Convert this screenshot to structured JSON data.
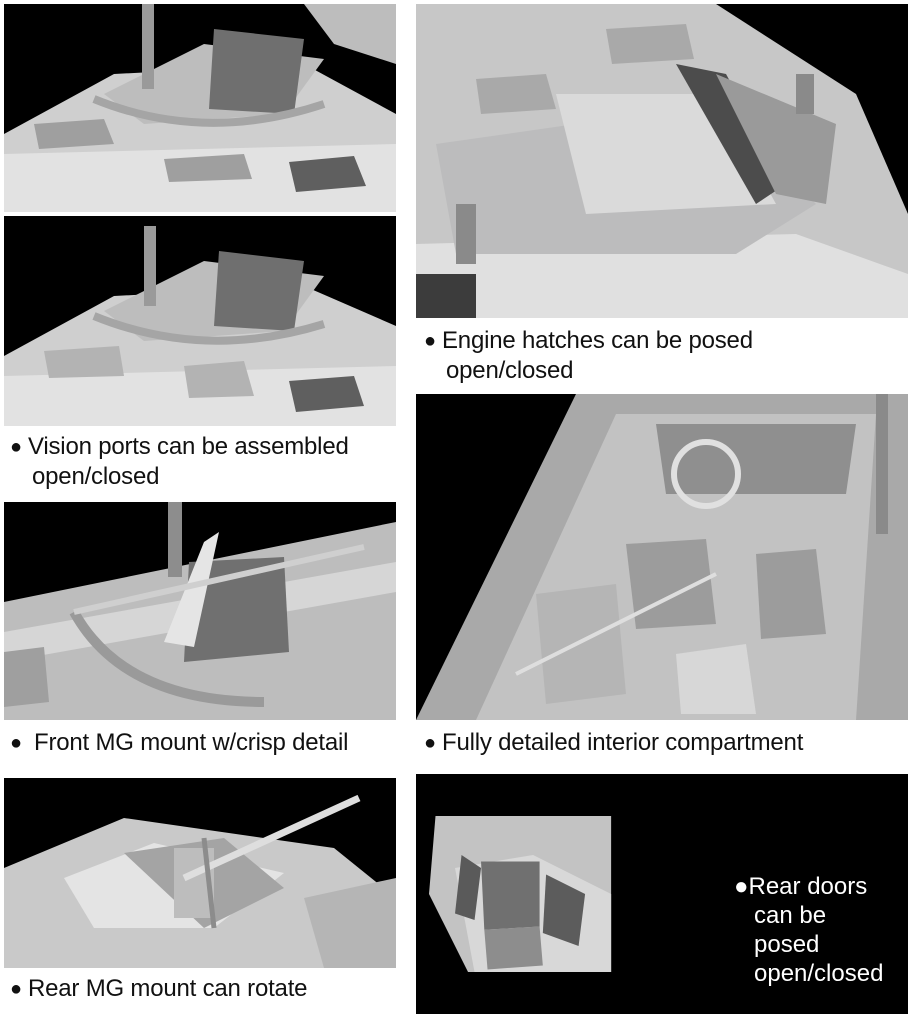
{
  "captions": {
    "vision_ports_line1": "Vision ports can be assembled",
    "vision_ports_line2": "open/closed",
    "engine_hatches_line1": "Engine hatches can be posed",
    "engine_hatches_line2": "open/closed",
    "front_mg": "Front MG mount w/crisp detail",
    "interior": "Fully detailed interior compartment",
    "rear_mg": "Rear MG mount can rotate",
    "rear_doors_line1": "Rear doors",
    "rear_doors_line2": "can be",
    "rear_doors_line3": "posed",
    "rear_doors_line4": "open/closed"
  },
  "bullet_glyph": "●",
  "colors": {
    "background": "#ffffff",
    "panel_bg": "#000000",
    "model_light": "#d9d9d9",
    "model_mid": "#a8a8a8",
    "model_dark": "#6e6e6e",
    "caption_text": "#111111"
  }
}
